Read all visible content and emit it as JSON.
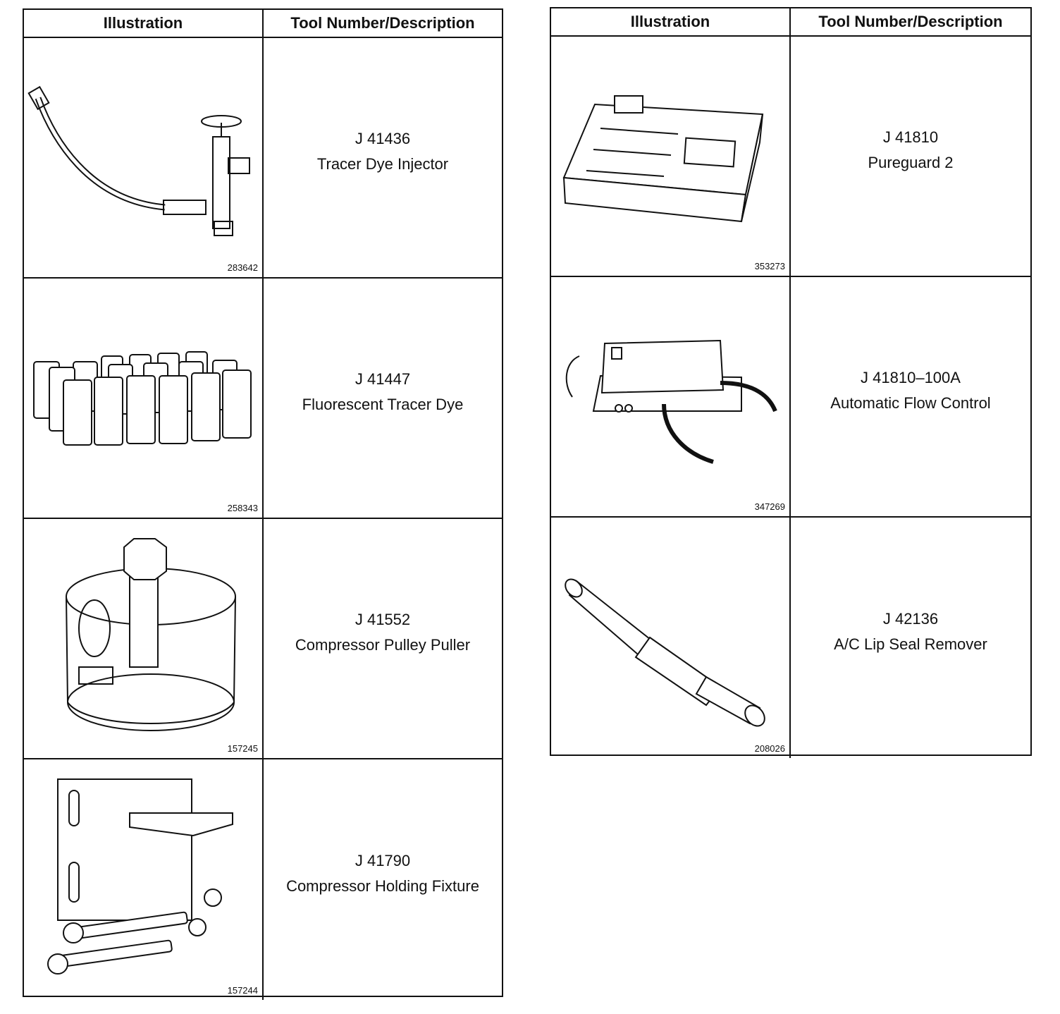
{
  "headers": {
    "illustration": "Illustration",
    "tool": "Tool Number/Description"
  },
  "left_rows": [
    {
      "figure": "283642",
      "number": "J 41436",
      "description": "Tracer Dye Injector",
      "icon": "dye-injector-icon"
    },
    {
      "figure": "258343",
      "number": "J 41447",
      "description": "Fluorescent Tracer Dye",
      "icon": "dye-bottles-icon"
    },
    {
      "figure": "157245",
      "number": "J 41552",
      "description": "Compressor Pulley Puller",
      "icon": "pulley-puller-icon"
    },
    {
      "figure": "157244",
      "number": "J 41790",
      "description": "Compressor Holding Fixture",
      "icon": "holding-fixture-icon"
    }
  ],
  "right_rows": [
    {
      "figure": "353273",
      "number": "J 41810",
      "description": "Pureguard 2",
      "icon": "pureguard-unit-icon"
    },
    {
      "figure": "347269",
      "number": "J 41810–100A",
      "description": "Automatic Flow Control",
      "icon": "flow-control-icon"
    },
    {
      "figure": "208026",
      "number": "J 42136",
      "description": "A/C Lip Seal Remover",
      "icon": "seal-remover-icon"
    }
  ]
}
